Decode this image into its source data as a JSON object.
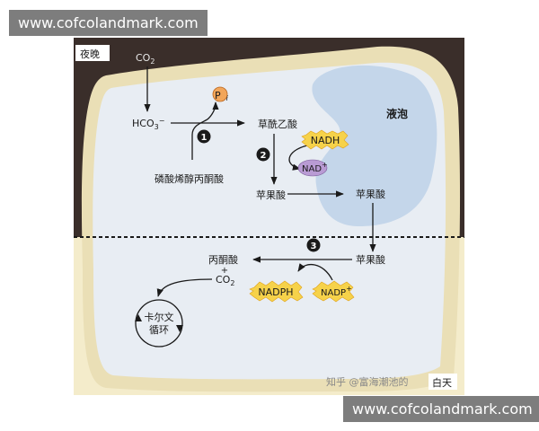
{
  "watermark": {
    "top": "www.cofcolandmark.com",
    "bottom": "www.cofcolandmark.com"
  },
  "colors": {
    "night": "#3a2e2a",
    "day": "#f4eccb",
    "wall": "#eadfb6",
    "cytoplasm": "#e8edf3",
    "vacuole": "#c4d6ea",
    "nadph_burst": "#f6d24a",
    "nad_oval": "#b99bd4",
    "pi_circle": "#f2a65a",
    "step_marker": "#1a1a1a"
  },
  "labels": {
    "night": "夜晚",
    "day": "白天",
    "vacuole": "液泡",
    "co2": "CO",
    "co2_sub": "2",
    "hco3": "HCO",
    "hco3_sub": "3",
    "hco3_sup": "−",
    "pi": "P",
    "pi_sub": "i",
    "oxaloacetate": "草酰乙酸",
    "pep": "磷酸烯醇丙酮酸",
    "nadh": "NADH",
    "nad": "NAD",
    "nad_sup": "+",
    "malate_1": "苹果酸",
    "malate_2": "苹果酸",
    "malate_3": "苹果酸",
    "pyruvate": "丙酮酸",
    "plus": "+",
    "co2_day": "CO",
    "co2_day_sub": "2",
    "nadph": "NADPH",
    "nadp": "NADP",
    "nadp_sup": "+",
    "calvin_line1": "卡尔文",
    "calvin_line2": "循环",
    "step1": "1",
    "step2": "2",
    "step3": "3",
    "source_mark": "知乎 @富海潮池的"
  }
}
